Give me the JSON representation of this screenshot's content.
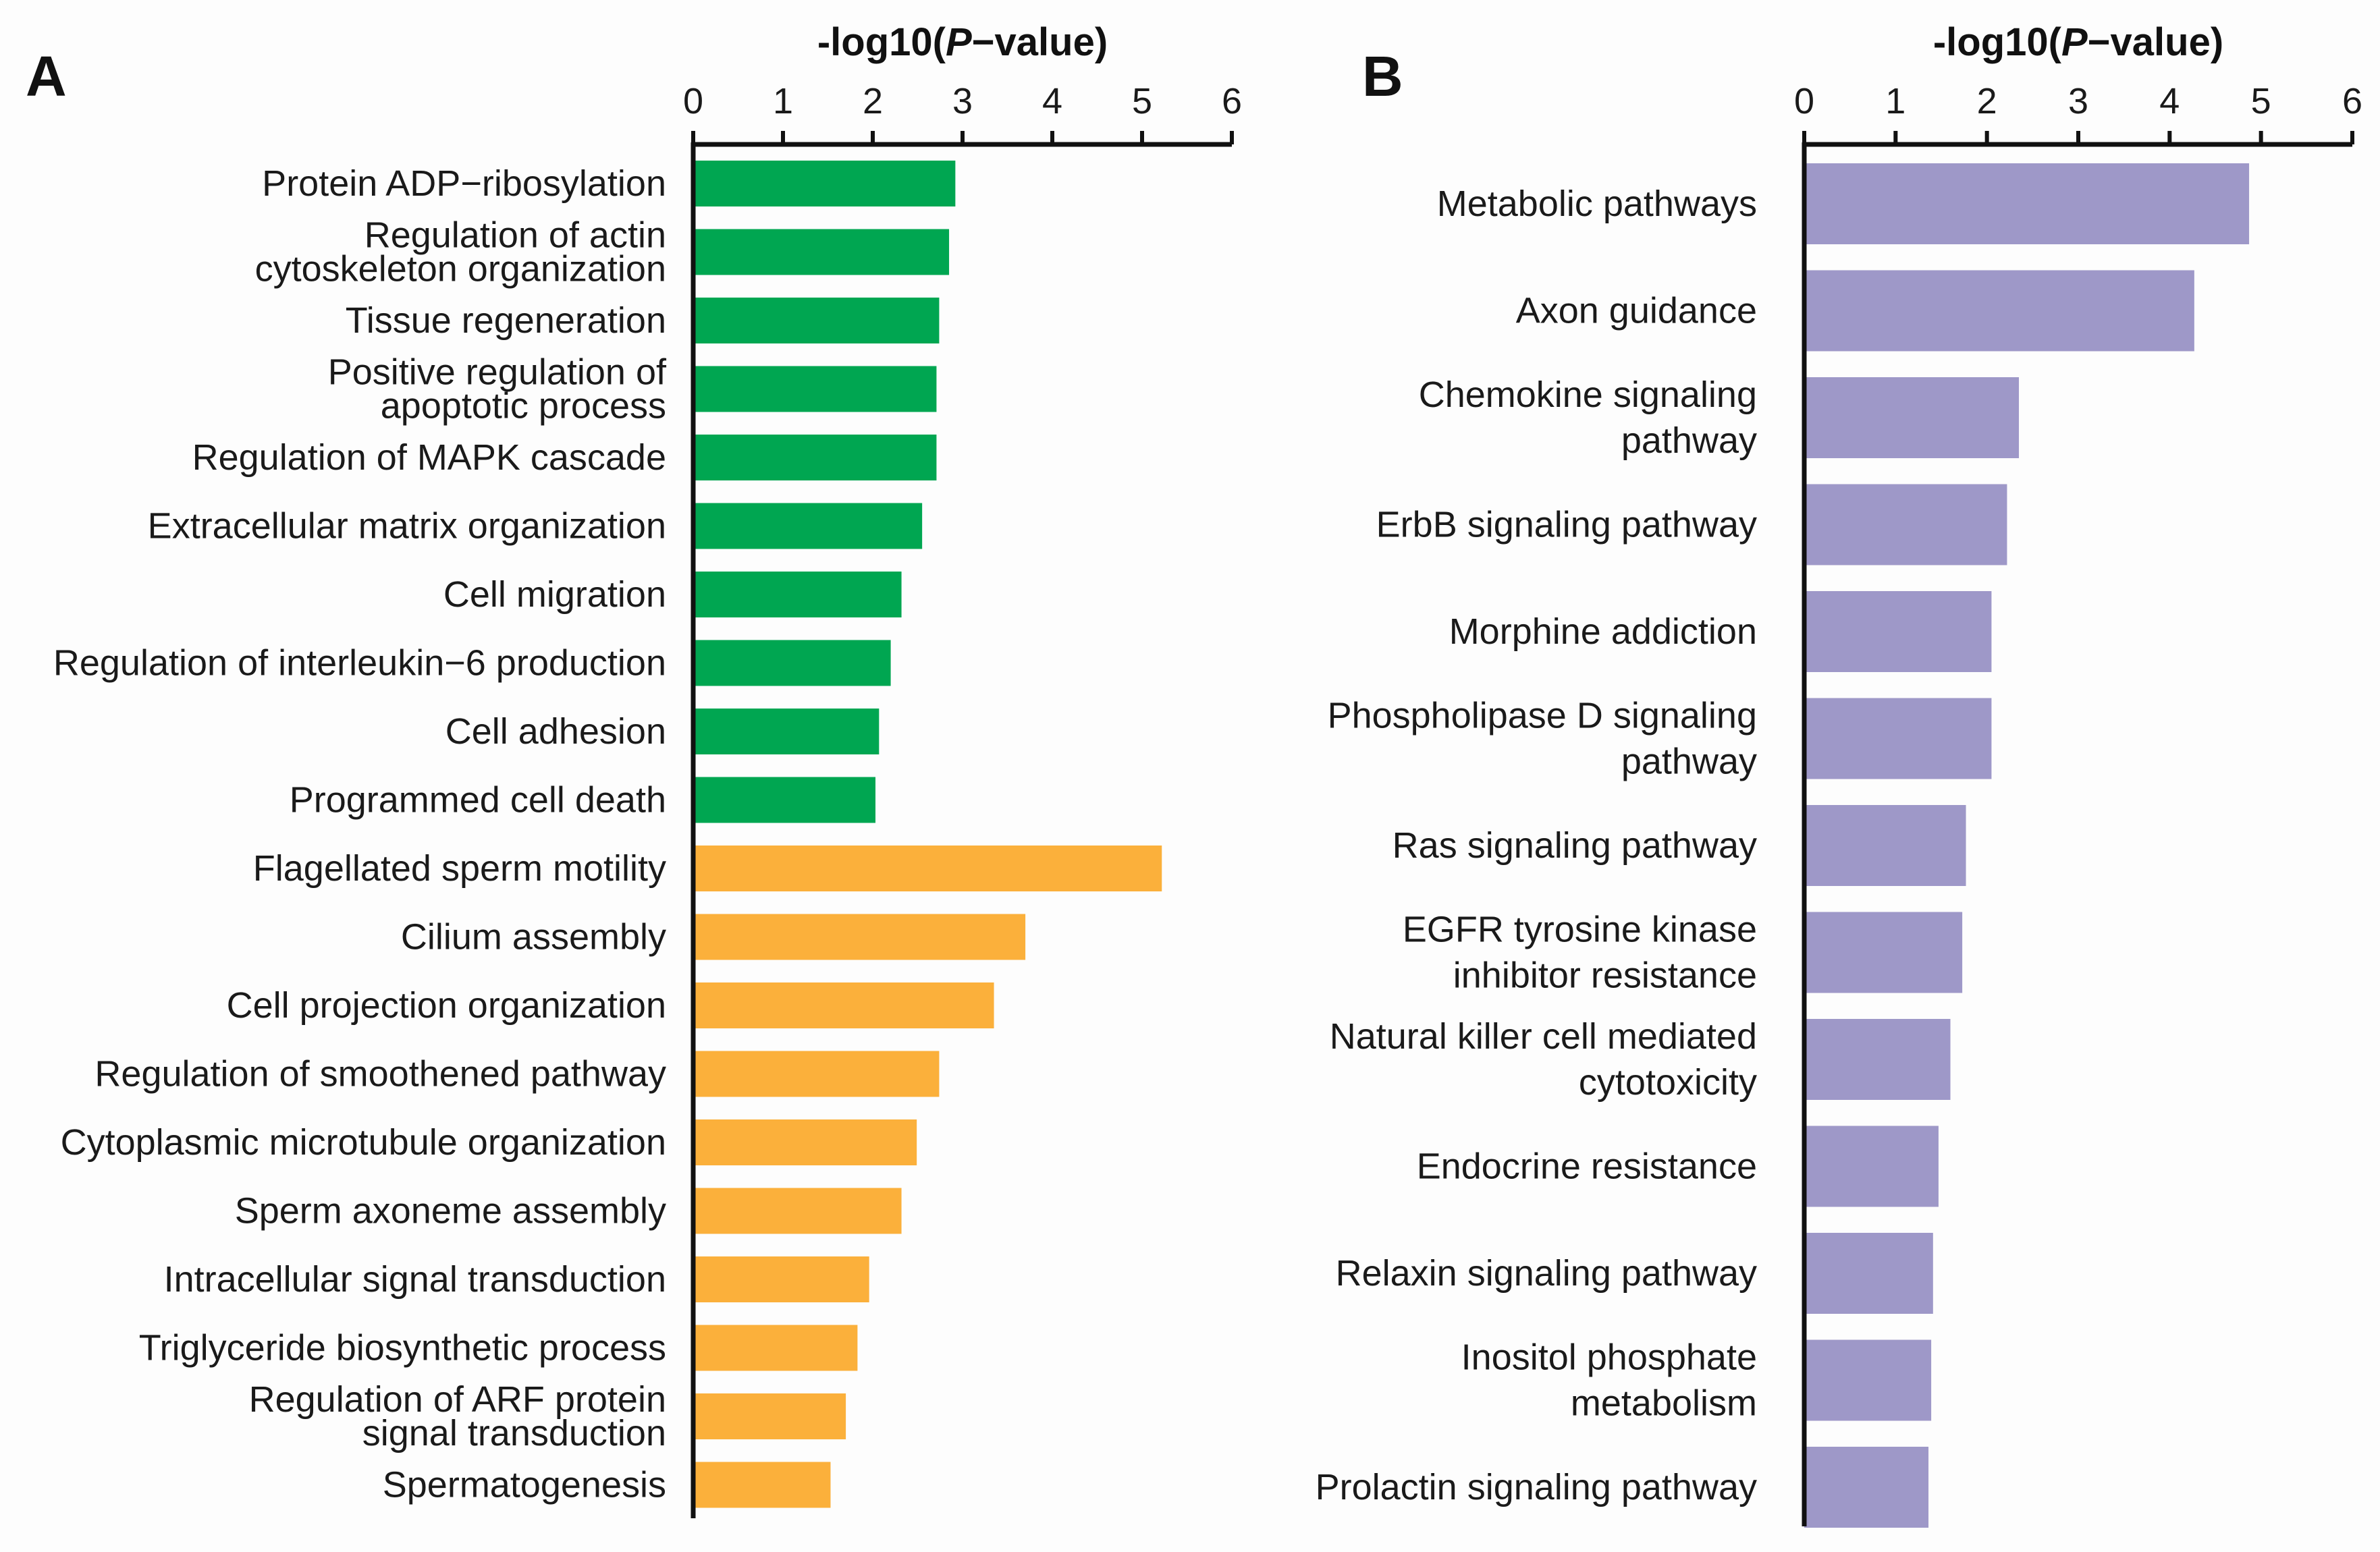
{
  "chart_data": [
    {
      "type": "bar",
      "orientation": "horizontal",
      "panel_label": "A",
      "xlabel_pre": "-log10(",
      "xlabel_italic": "P",
      "xlabel_post": "−value)",
      "xlim": [
        0,
        6
      ],
      "xticks": [
        "0",
        "1",
        "2",
        "3",
        "4",
        "5",
        "6"
      ],
      "axis_position": "top",
      "grid": false,
      "categories": [
        [
          "Protein ADP−ribosylation"
        ],
        [
          "Regulation of actin",
          "cytoskeleton organization"
        ],
        [
          "Tissue regeneration"
        ],
        [
          "Positive regulation of",
          "apoptotic process"
        ],
        [
          "Regulation of MAPK cascade"
        ],
        [
          "Extracellular matrix organization"
        ],
        [
          "Cell migration"
        ],
        [
          "Regulation of interleukin−6 production"
        ],
        [
          "Cell adhesion"
        ],
        [
          "Programmed cell death"
        ],
        [
          "Flagellated sperm motility"
        ],
        [
          "Cilium assembly"
        ],
        [
          "Cell projection organization"
        ],
        [
          "Regulation of smoothened pathway"
        ],
        [
          "Cytoplasmic microtubule organization"
        ],
        [
          "Sperm axoneme assembly"
        ],
        [
          "Intracellular signal transduction"
        ],
        [
          "Triglyceride biosynthetic process"
        ],
        [
          "Regulation of ARF protein",
          "signal transduction"
        ],
        [
          "Spermatogenesis"
        ]
      ],
      "values": [
        2.92,
        2.85,
        2.74,
        2.71,
        2.71,
        2.55,
        2.32,
        2.2,
        2.07,
        2.03,
        5.22,
        3.7,
        3.35,
        2.74,
        2.49,
        2.32,
        1.96,
        1.83,
        1.7,
        1.53
      ],
      "colors": [
        "#00a651",
        "#00a651",
        "#00a651",
        "#00a651",
        "#00a651",
        "#00a651",
        "#00a651",
        "#00a651",
        "#00a651",
        "#00a651",
        "#fbb03b",
        "#fbb03b",
        "#fbb03b",
        "#fbb03b",
        "#fbb03b",
        "#fbb03b",
        "#fbb03b",
        "#fbb03b",
        "#fbb03b",
        "#fbb03b"
      ]
    },
    {
      "type": "bar",
      "orientation": "horizontal",
      "panel_label": "B",
      "xlabel_pre": "-log10(",
      "xlabel_italic": "P",
      "xlabel_post": "−value)",
      "xlim": [
        0,
        6
      ],
      "xticks": [
        "0",
        "1",
        "2",
        "3",
        "4",
        "5",
        "6"
      ],
      "axis_position": "top",
      "grid": false,
      "categories": [
        [
          "Metabolic pathways"
        ],
        [
          "Axon guidance"
        ],
        [
          "Chemokine signaling",
          "pathway"
        ],
        [
          "ErbB signaling pathway"
        ],
        [
          "Morphine addiction"
        ],
        [
          "Phospholipase D signaling",
          "pathway"
        ],
        [
          "Ras signaling pathway"
        ],
        [
          "EGFR tyrosine kinase",
          "inhibitor resistance"
        ],
        [
          "Natural killer cell mediated",
          "cytotoxicity"
        ],
        [
          "Endocrine resistance"
        ],
        [
          "Relaxin signaling pathway"
        ],
        [
          "Inositol phosphate",
          "metabolism"
        ],
        [
          "Prolactin signaling pathway"
        ]
      ],
      "values": [
        4.87,
        4.27,
        2.35,
        2.22,
        2.05,
        2.05,
        1.77,
        1.73,
        1.6,
        1.47,
        1.41,
        1.39,
        1.36
      ],
      "colors": [
        "#9e98c8",
        "#9e98c8",
        "#9e98c8",
        "#9e98c8",
        "#9e98c8",
        "#9e98c8",
        "#9e98c8",
        "#9e98c8",
        "#9e98c8",
        "#9e98c8",
        "#9e98c8",
        "#9e98c8",
        "#9e98c8"
      ]
    }
  ]
}
